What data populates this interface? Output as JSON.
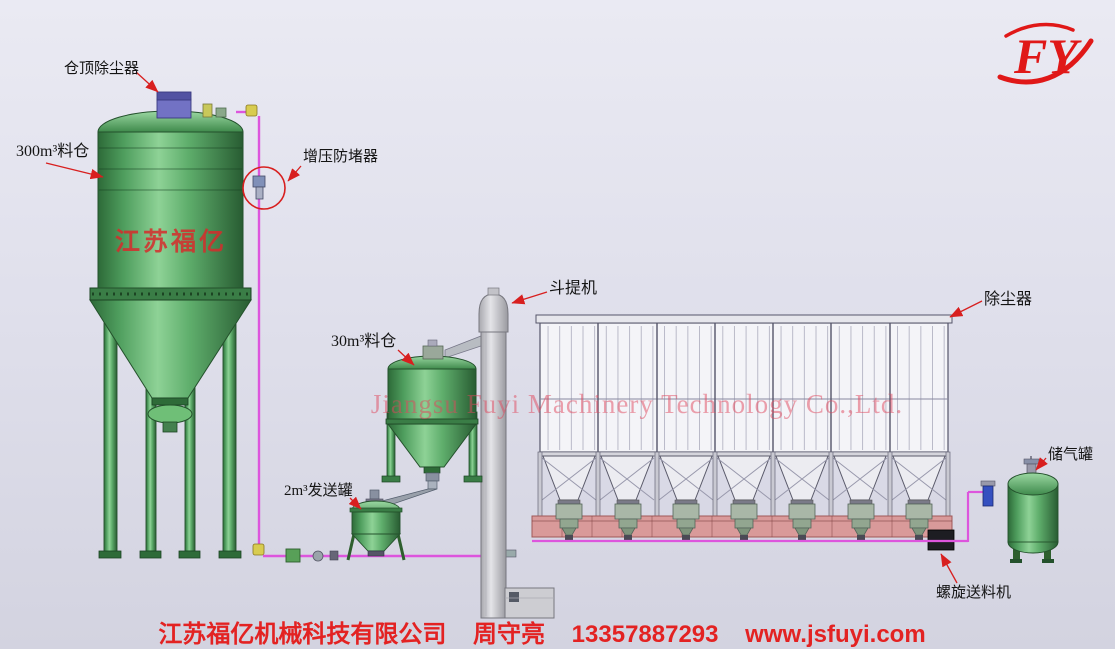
{
  "logo": {
    "text": "FY"
  },
  "callouts": {
    "silo_top_dust_collector": {
      "label": "仓顶除尘器"
    },
    "large_silo": {
      "label": "300m³料仓"
    },
    "booster": {
      "label": "增压防堵器"
    },
    "bucket_elevator": {
      "label": "斗提机"
    },
    "medium_silo": {
      "label": "30m³料仓"
    },
    "sending_tank": {
      "label": "2m³发送罐"
    },
    "dust_collector": {
      "label": "除尘器"
    },
    "air_tank": {
      "label": "储气罐"
    },
    "screw_feeder": {
      "label": "螺旋送料机"
    }
  },
  "watermark": {
    "brand_cn": "江苏福亿",
    "company_en": "Jiangsu Fuyi Machinery Technology Co.,Ltd."
  },
  "footer": {
    "company": "江苏福亿机械科技有限公司",
    "contact": "周守亮",
    "phone": "13357887293",
    "website": "www.jsfuyi.com"
  },
  "colors": {
    "accent_red": "#d81f1f",
    "pipe_magenta": "#dd55dd",
    "silo_green": "#4e9e5a",
    "conveyor_salmon": "#d99a9a",
    "background": "#dfdfeb"
  }
}
